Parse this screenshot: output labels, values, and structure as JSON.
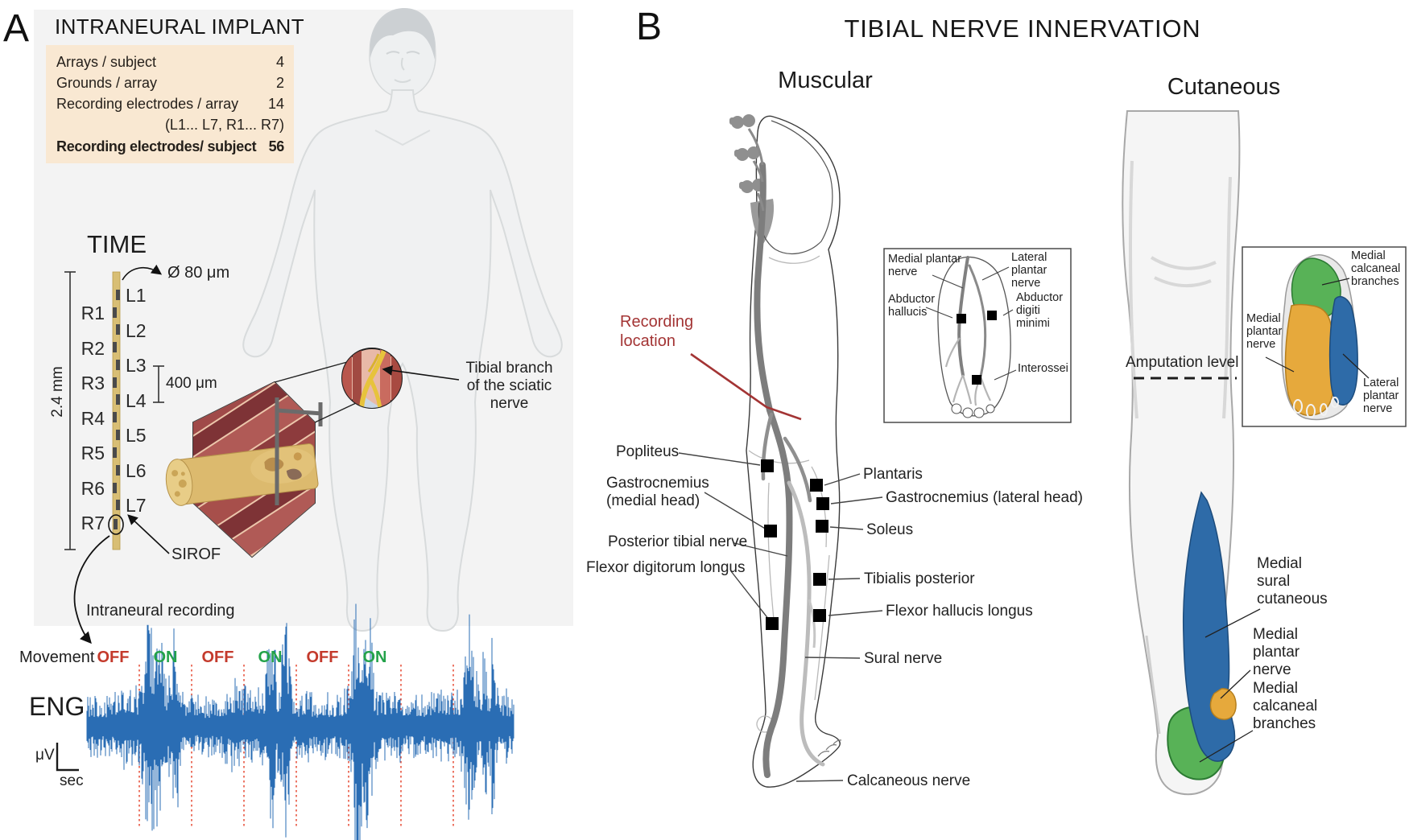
{
  "a": {
    "panel_label": "A",
    "implant": {
      "title": "INTRANEURAL IMPLANT",
      "rows": [
        {
          "label": "Arrays / subject",
          "value": "4"
        },
        {
          "label": "Grounds / array",
          "value": "2"
        },
        {
          "label": "Recording electrodes / array",
          "value": "14"
        },
        {
          "label": "",
          "value": "(L1... L7, R1... R7)"
        },
        {
          "label": "Recording electrodes/ subject",
          "value": "56"
        }
      ]
    },
    "time": {
      "title": "TIME",
      "left_labels": [
        "R1",
        "R2",
        "R3",
        "R4",
        "R5",
        "R6",
        "R7"
      ],
      "right_labels": [
        "L1",
        "L2",
        "L3",
        "L4",
        "L5",
        "L6",
        "L7"
      ],
      "length": "2.4 mm",
      "diameter": "Ø 80 μm",
      "pitch": "400 μm",
      "sirof": "SIROF",
      "intraneural": "Intraneural recording"
    },
    "body": {
      "thigh_callout": "Tibial branch of the sciatic nerve"
    },
    "eng": {
      "movement": "Movement",
      "states": [
        "OFF",
        "ON",
        "OFF",
        "ON",
        "OFF",
        "ON"
      ],
      "label": "ENG",
      "uv": "μV",
      "sec": "sec"
    }
  },
  "b": {
    "panel_label": "B",
    "title": "TIBIAL NERVE INNERVATION",
    "muscular": {
      "title": "Muscular",
      "recording_location": "Recording location",
      "popliteus": "Popliteus",
      "gastroc_medial": "Gastrocnemius (medial head)",
      "post_tibial": "Posterior tibial nerve",
      "fdl": "Flexor digitorum longus",
      "plantaris": "Plantaris",
      "gastroc_lateral": "Gastrocnemius (lateral head)",
      "soleus": "Soleus",
      "tibialis_post": "Tibialis posterior",
      "fhl": "Flexor hallucis longus",
      "sural": "Sural nerve",
      "calcaneous": "Calcaneous nerve",
      "inset": {
        "medial_plantar": "Medial plantar nerve",
        "lateral_plantar": "Lateral plantar nerve",
        "abductor_hallucis": "Abductor hallucis",
        "abductor_digiti": "Abductor digiti minimi",
        "interossei": "Interossei"
      }
    },
    "cutaneous": {
      "title": "Cutaneous",
      "amputation": "Amputation level",
      "sural_cutaneous": "Medial sural cutaneous",
      "medial_plantar": "Medial plantar nerve",
      "medial_calcaneal": "Medial calcaneal branches",
      "inset": {
        "medial_calcaneal": "Medial calcaneal branches",
        "medial_plantar": "Medial plantar nerve",
        "lateral_plantar": "Lateral plantar nerve"
      }
    }
  },
  "colors": {
    "off": "#c43a2c",
    "on": "#23a24a",
    "trace": "#2a6db4",
    "divider": "#e8543f",
    "recording": "#a33434",
    "medial_plantar_region": "#e6a93c",
    "lateral_plantar_region": "#2e6ba8",
    "calcaneal_region": "#58b257"
  }
}
